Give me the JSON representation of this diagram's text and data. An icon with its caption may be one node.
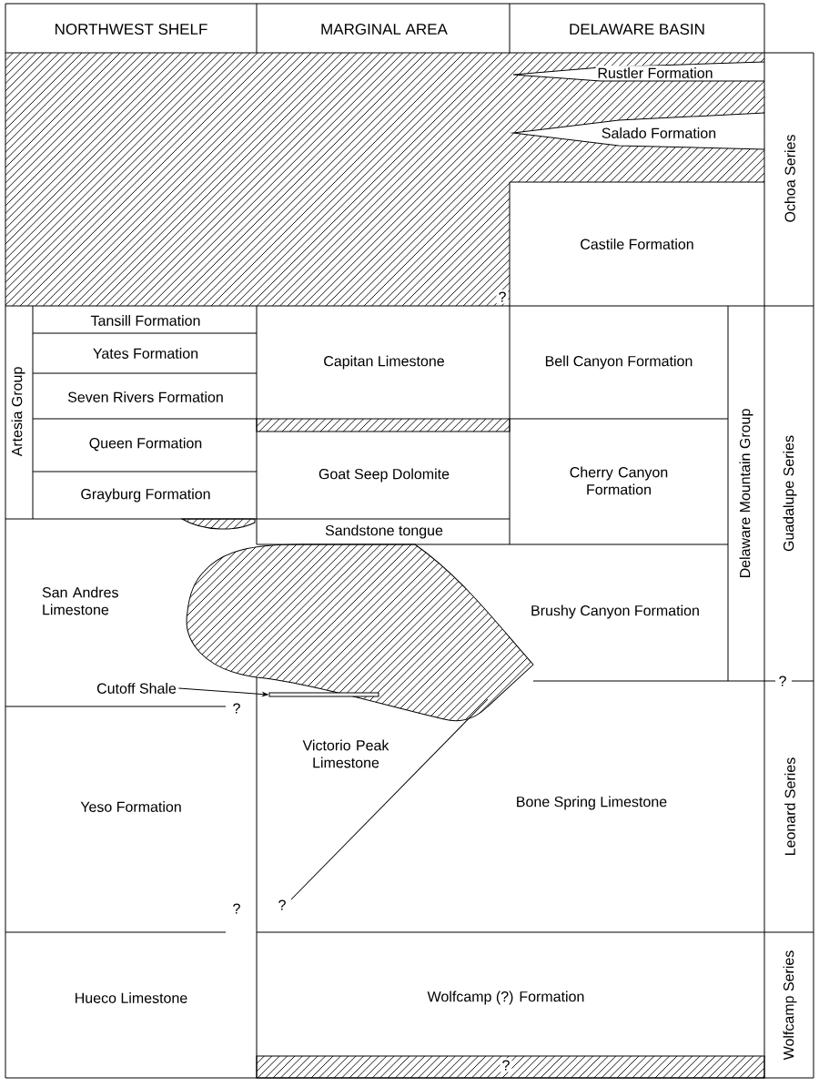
{
  "diagram": {
    "nodes": [
      {
        "text": [
          "Cutoff Shale"
        ]
      },
      {
        "text": [],
        "shape": "bar"
      }
    ],
    "edges": [
      {
        "from": 0,
        "to": 1,
        "arrow": "to"
      }
    ],
    "labels": [
      "NORTHWEST SHELF",
      "MARGINAL AREA",
      "DELAWARE BASIN",
      "Rustler Formation",
      "Salado Formation",
      "Ochoa Series",
      "Castile Formation",
      "?",
      "Tansill Formation",
      "Yates Formation",
      "Capitan Limestone",
      "Bell Canyon Formation",
      "Artesia Group",
      "Seven Rivers Formation",
      "Queen Formation",
      "Goat Seep Dolomite",
      "Cherry Canyon Formation",
      "Delaware Mountain Group",
      "Guadalupe Series",
      "Grayburg Formation",
      "Sandstone tongue",
      "San Andres Limestone",
      "Brushy Canyon Formation",
      "?",
      "?",
      "Victorio Peak Limestone",
      "Yeso Formation",
      "Bone Spring Limestone",
      "Leonard Series",
      "?",
      "?",
      "Hueco Limestone",
      "Wolfcamp (?) Formation",
      "Wolfcamp Series",
      "?"
    ]
  }
}
